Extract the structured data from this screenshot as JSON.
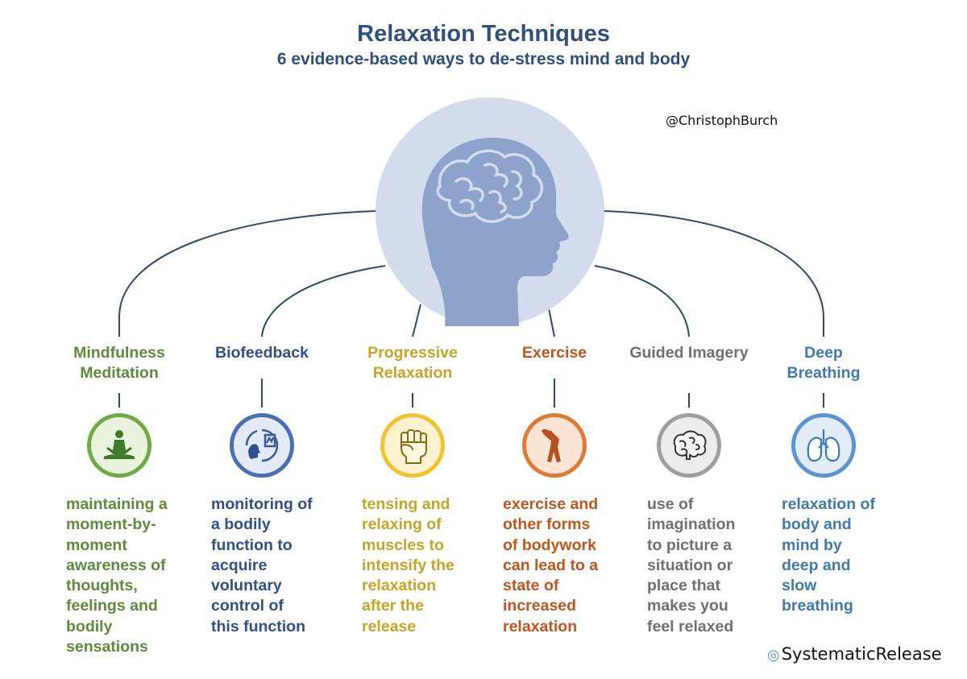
{
  "header": {
    "title": "Relaxation Techniques",
    "subtitle": "6 evidence-based ways to de-stress mind and body"
  },
  "credit": {
    "handle": "@ChristophBurch",
    "brand": "SystematicRelease"
  },
  "colors": {
    "title": "#2f4f7f",
    "head_circle": "#d3dcec",
    "head": "#8ea3cc",
    "connector": "#2a4a73"
  },
  "techniques": [
    {
      "title": "Mindfulness Meditation",
      "icon": "meditation-icon",
      "color": "#5c8c3a",
      "ring": "#6faa45",
      "fill": "#e8f2dc",
      "description": [
        "maintaining a",
        "moment-by-",
        "moment",
        "awareness of",
        "thoughts,",
        "feelings and",
        "bodily",
        "sensations"
      ]
    },
    {
      "title": "Biofeedback",
      "icon": "biofeedback-icon",
      "color": "#2f4f8f",
      "ring": "#4a6fb5",
      "fill": "#e3e9f5",
      "description": [
        "monitoring of",
        "a bodily",
        "function to",
        "acquire",
        "voluntary",
        "control of",
        "this function"
      ]
    },
    {
      "title": "Progressive Relaxation",
      "icon": "fist-icon",
      "color": "#c9a227",
      "ring": "#f2c230",
      "fill": "#fdf2cf",
      "description": [
        "tensing and",
        "relaxing of",
        "muscles to",
        "intensify the",
        "relaxation",
        "after the",
        "release"
      ]
    },
    {
      "title": "Exercise",
      "icon": "exercise-icon",
      "color": "#c0561e",
      "ring": "#e07a34",
      "fill": "#fbe4d3",
      "description": [
        "exercise and",
        "other forms",
        "of bodywork",
        "can lead to a",
        "state of",
        "increased",
        "relaxation"
      ]
    },
    {
      "title": "Guided Imagery",
      "icon": "brain-icon",
      "color": "#707070",
      "ring": "#9e9e9e",
      "fill": "#ececec",
      "description": [
        "use of",
        "imagination",
        "to picture a",
        "situation or",
        "place that",
        "makes you",
        "feel relaxed"
      ]
    },
    {
      "title": "Deep Breathing",
      "icon": "lungs-icon",
      "color": "#3f79b5",
      "ring": "#5b95d0",
      "fill": "#e1ecf8",
      "description": [
        "relaxation of",
        "body and",
        "mind by",
        "deep and",
        "slow",
        "breathing"
      ]
    }
  ]
}
